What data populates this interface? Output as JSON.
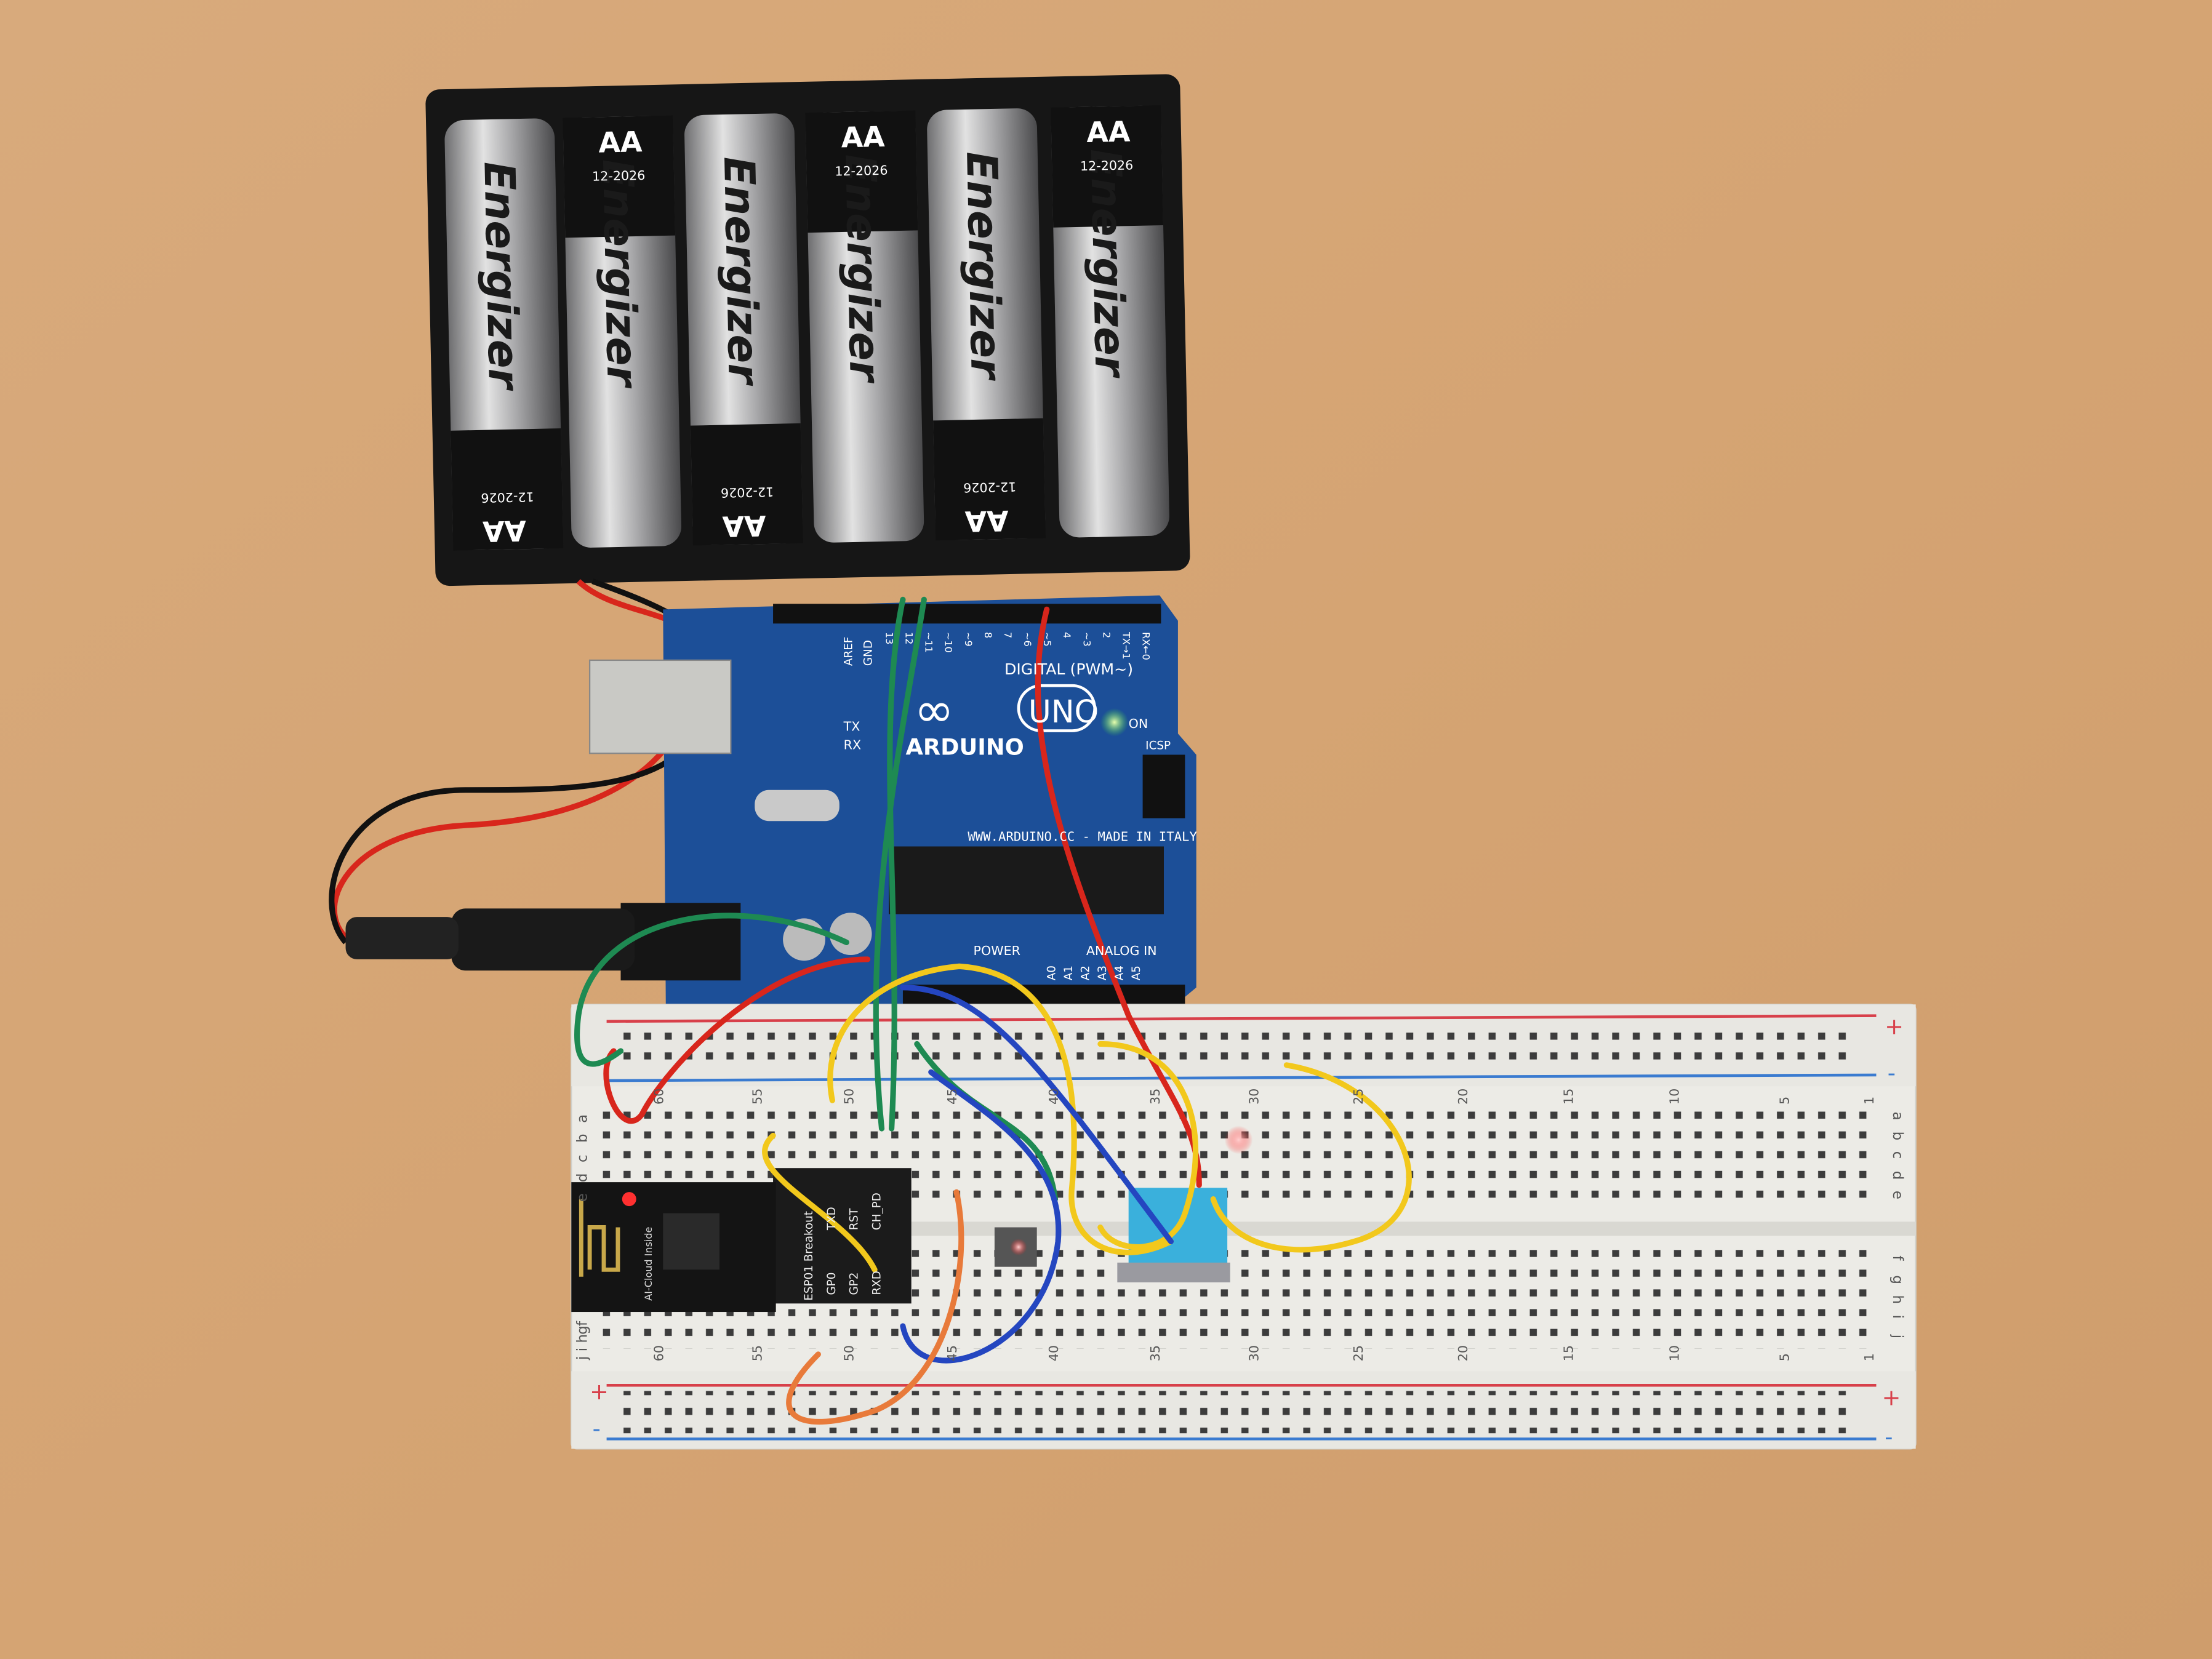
{
  "colors": {
    "table_wood": "#d6a676",
    "battery_holder": "#161616",
    "arduino_board": "#1c4f98",
    "breadboard": "#ecebe6",
    "rail_red": "#d8404a",
    "rail_blue": "#3a7bd0",
    "esp_module": "#141414",
    "dht_sensor": "#3ab0dc",
    "wire_red": "#d8261c",
    "wire_black": "#111111",
    "wire_green": "#1e8a52",
    "wire_yellow": "#f2c81c",
    "wire_blue": "#2446c0",
    "wire_orange": "#e87a3a"
  },
  "batteries": [
    {
      "brand": "Energizer",
      "size": "AA",
      "date": "12-2026"
    },
    {
      "brand": "Energizer",
      "size": "AA",
      "date": "12-2026"
    },
    {
      "brand": "Energizer",
      "size": "AA",
      "date": "12-2026"
    },
    {
      "brand": "Energizer",
      "size": "AA",
      "date": "12-2026"
    },
    {
      "brand": "Energizer",
      "size": "AA",
      "date": "12-2026"
    },
    {
      "brand": "Energizer",
      "size": "AA",
      "date": "12-2026"
    }
  ],
  "arduino": {
    "brand": "ARDUINO",
    "model": "UNO",
    "digital_label": "DIGITAL (PWM~)",
    "power_label": "POWER",
    "analog_label": "ANALOG IN",
    "url": "WWW.ARDUINO.CC - MADE IN ITALY",
    "on_label": "ON",
    "tx_label": "TX",
    "rx_label": "RX",
    "aref_label": "AREF",
    "gnd_label": "GND",
    "icsp_label": "ICSP",
    "analog_pins": [
      "A0",
      "A1",
      "A2",
      "A3",
      "A4",
      "A5"
    ],
    "digital_pins": [
      "13",
      "12",
      "~11",
      "~10",
      "~9",
      "8",
      "7",
      "~6",
      "~5",
      "4",
      "~3",
      "2",
      "TX→1",
      "RX←0"
    ]
  },
  "esp_module": {
    "label": "ESP01 Breakout",
    "pins": [
      "TXD",
      "RST",
      "CH_PD",
      "GP0",
      "GP2",
      "RXD"
    ],
    "antenna_text": "AI-Cloud Inside"
  },
  "breadboard": {
    "column_numbers": [
      "60",
      "55",
      "50",
      "45",
      "40",
      "35",
      "30",
      "25",
      "20",
      "15",
      "10",
      "5",
      "1"
    ],
    "rows_top": [
      "a",
      "b",
      "c",
      "d",
      "e"
    ],
    "rows_bottom": [
      "f",
      "g",
      "h",
      "i",
      "j"
    ],
    "plus": "+",
    "minus": "-"
  }
}
